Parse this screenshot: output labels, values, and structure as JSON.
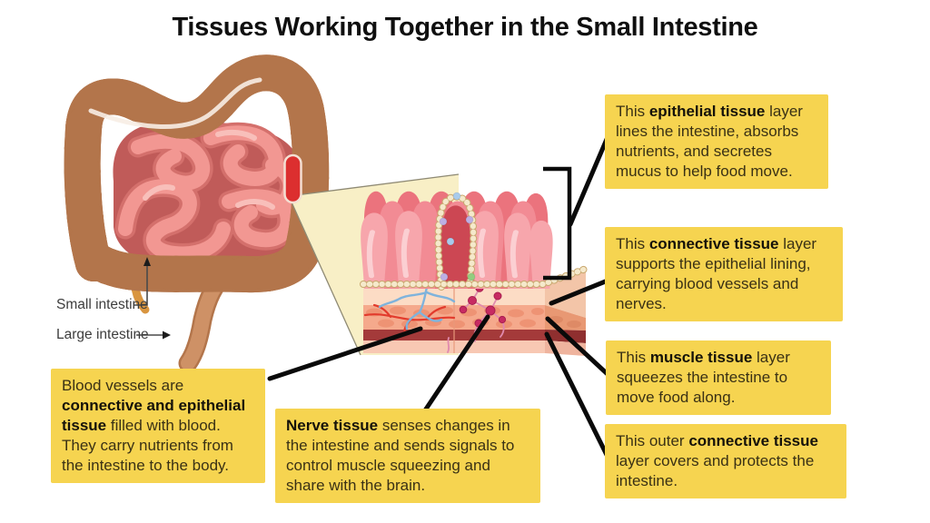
{
  "title": "Tissues Working Together in the Small Intestine",
  "anatomy_labels": {
    "small_intestine": "Small intestine",
    "large_intestine": "Large intestine"
  },
  "callouts": {
    "epithelial": {
      "pre": "This ",
      "bold": "epithelial tissue",
      "post": " layer lines the intestine, absorbs nutrients, and secretes mucus to help food move."
    },
    "connective": {
      "pre": "This ",
      "bold": "connective tissue",
      "post": " layer supports the epithelial lining, carrying blood vessels and nerves."
    },
    "muscle": {
      "pre": "This ",
      "bold": "muscle tissue",
      "post": " layer squeezes the intestine to move food along."
    },
    "outer_connective": {
      "pre": "This outer ",
      "bold": "connective tissue",
      "post": " layer covers and protects the intestine."
    },
    "blood_vessels": {
      "pre": "Blood vessels are ",
      "bold": "connective and epithelial tissue",
      "post": " filled with blood. They carry nutrients from the intestine to the body."
    },
    "nerve": {
      "pre": "",
      "bold": "Nerve tissue",
      "post": " senses changes in the intestine and sends signals to control muscle squeezing and share with the brain."
    }
  },
  "colors": {
    "callout_background": "#F6D450",
    "callout_text": "#3a3115",
    "connector_line": "#0a0a0a",
    "colon_tan": "#CE9166",
    "colon_outline": "#B3754B",
    "small_intestine_pink": "#F29792",
    "highlighted_segment_red": "#DC2F2F",
    "magnifier_fan_yellow": "#F8EFC6",
    "villi_pink": "#F7A6AC",
    "connective_layer": "#FCDCC5",
    "muscle_layer": "#F5A98C",
    "deep_muscle_red": "#A43A3A",
    "outer_serosa_pink": "#F8C8B3",
    "blood_vessel_blue": "#7FB3DC",
    "blood_vessel_red": "#E23B2D",
    "nerve_magenta": "#C72B62"
  }
}
